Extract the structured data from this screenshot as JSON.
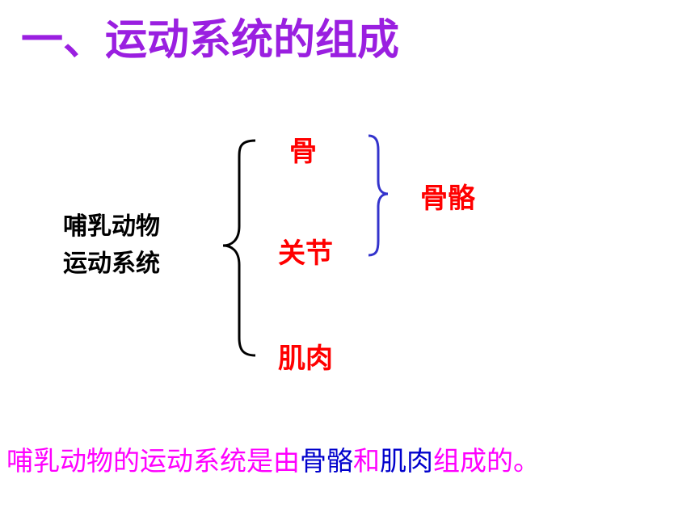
{
  "title": "一、运动系统的组成",
  "diagram": {
    "root_line1": "哺乳动物",
    "root_line2": "运动系统",
    "item_bone": "骨",
    "item_joint": "关节",
    "item_muscle": "肌肉",
    "group_label": "骨骼"
  },
  "summary": {
    "part1": "哺乳动物的运动系统是由",
    "part2": "骨骼",
    "part3": "和",
    "part4": "肌肉",
    "part5": "组成的。"
  },
  "colors": {
    "title": "#9a1fe0",
    "items": "#ff0000",
    "summary_text": "#ff00ff",
    "summary_keywords": "#0000cc",
    "small_brace": "#3333cc"
  }
}
